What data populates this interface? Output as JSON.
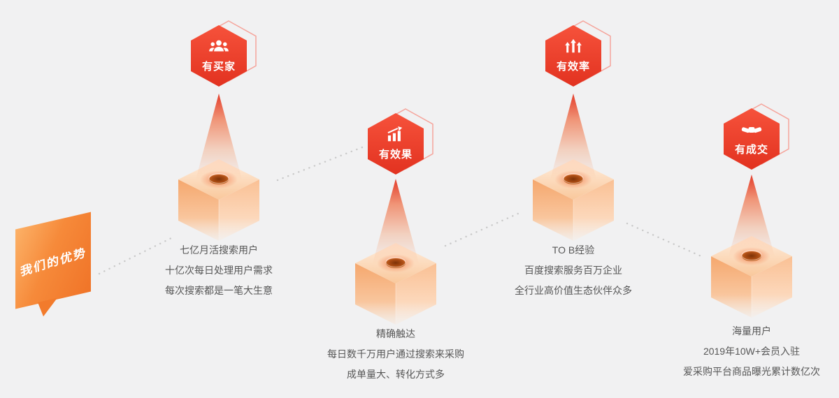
{
  "page": {
    "background": "#f1f1f2"
  },
  "intro_badge": {
    "label": "我们的优势"
  },
  "columns": [
    {
      "badge": {
        "label": "有买家",
        "icon": "buyers-icon"
      },
      "lines": [
        "七亿月活搜索用户",
        "十亿次每日处理用户需求",
        "每次搜索都是一笔大生意"
      ]
    },
    {
      "badge": {
        "label": "有效果",
        "icon": "chart-growth-icon"
      },
      "lines": [
        "精确触达",
        "每日数千万用户通过搜索来采购",
        "成单量大、转化方式多"
      ]
    },
    {
      "badge": {
        "label": "有效率",
        "icon": "arrows-up-icon"
      },
      "lines": [
        "TO B经验",
        "百度搜索服务百万企业",
        "全行业高价值生态伙伴众多"
      ]
    },
    {
      "badge": {
        "label": "有成交",
        "icon": "handshake-icon"
      },
      "lines": [
        "海量用户",
        "2019年10W+会员入驻",
        "爱采购平台商品曝光累计数亿次"
      ]
    }
  ],
  "colors": {
    "badge_red": "#e8402a",
    "beam_orange": "#f05a28",
    "box_orange": "#f9b27c",
    "flag_orange": "#f58233",
    "text": "#565656",
    "connector": "#c9c9c9"
  }
}
